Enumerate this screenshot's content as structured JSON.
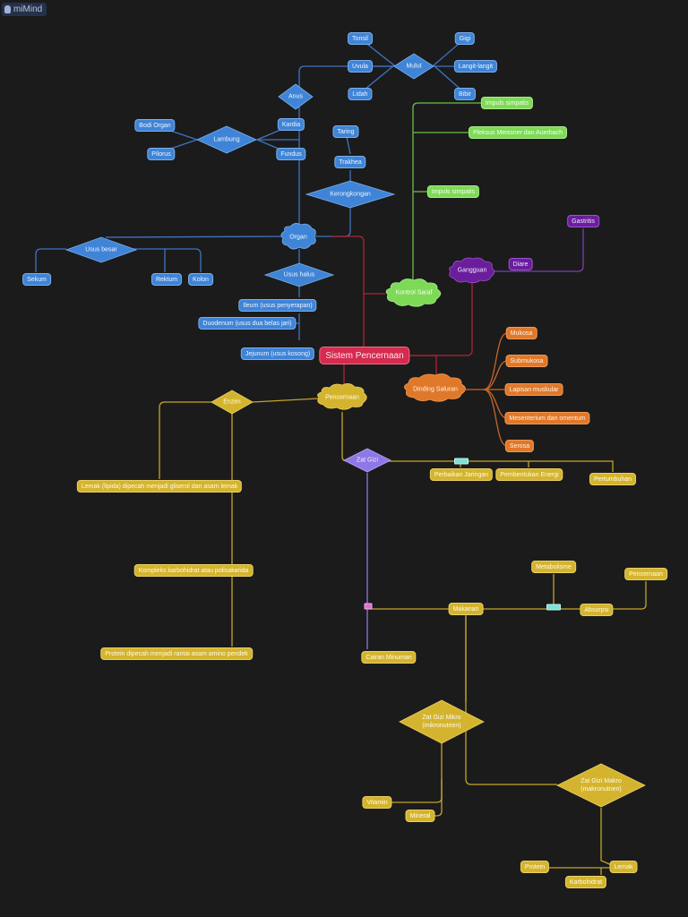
{
  "app": {
    "name": "miMind"
  },
  "colors": {
    "background": "#1b1b1b",
    "blue": "#3f84d6",
    "green": "#7ed957",
    "orange": "#e0782a",
    "yellow": "#d4b42e",
    "purple": "#6a1e9c",
    "red": "#d62a4e",
    "lavender": "#8e77e6"
  },
  "root": {
    "label": "Sistem Pencernaan"
  },
  "blue_branch": {
    "organ": "Organ",
    "mulut": "Mulut",
    "mulut_parts": [
      "Tonsil",
      "Uvula",
      "Lidah",
      "Gigi",
      "Langit-langit",
      "Bibir"
    ],
    "anus": "Anus",
    "lambung": "Lambung",
    "lambung_parts": [
      "Bodi Organ",
      "Pilorus",
      "Kardia",
      "Fundus"
    ],
    "taring": "Taring",
    "trakhea": "Trakhea",
    "kerongkongan": "Kerongkongan",
    "usus_besar": "Usus besar",
    "usus_besar_parts": [
      "Sekum",
      "Rektum",
      "Kolon"
    ],
    "usus_halus": "Usus halus",
    "usus_halus_parts": [
      "Ileum (usus penyerapan)",
      "Duodenum (usus dua belas jari)",
      "Jejunum (usus kosong)"
    ]
  },
  "green_branch": {
    "kontrol_saraf": "Kontrol Saraf",
    "items": [
      "Impuls simpatis",
      "Pleksus Meissner dan Auerbach",
      "Impuls simpatis"
    ]
  },
  "purple_branch": {
    "gangguan": "Gangguan",
    "items": [
      "Diare",
      "Gastritis"
    ]
  },
  "orange_branch": {
    "dinding": "Dinding Saluran",
    "items": [
      "Mukosa",
      "Submukosa",
      "Lapisan muskular",
      "Mesenterium dan omentum",
      "Serosa"
    ]
  },
  "yellow_branch": {
    "pencernaan": "Pencernaan",
    "enzim": "Enzim",
    "enzim_items": [
      "Lemak (lipida) dipecah menjadi gliserol dan asam lemak",
      "Kompleks karbohidrat atau polisakarida",
      "Protein dipecah menjadi rantai asam amino pendek"
    ],
    "zat_gizi": "Zat Gizi",
    "zat_gizi_items": [
      "Perbaikan Jaringan",
      "Pembentukan Energi",
      "Pertumbuhan"
    ],
    "cairan_minuman": "Cairan Minuman",
    "makanan": "Makanan",
    "metabolisme": "Metabolisme",
    "absorpsi": "Absorpsi",
    "pencernaan2": "Pencernaan",
    "mikro": "Zat Gizi Mikro (mikronutrien)",
    "mikro_items": [
      "Vitamin",
      "Mineral"
    ],
    "makro": "Zat Gizi Makro (makronutrien)",
    "makro_items": [
      "Protein",
      "Lemak",
      "Karbohidrat"
    ]
  }
}
